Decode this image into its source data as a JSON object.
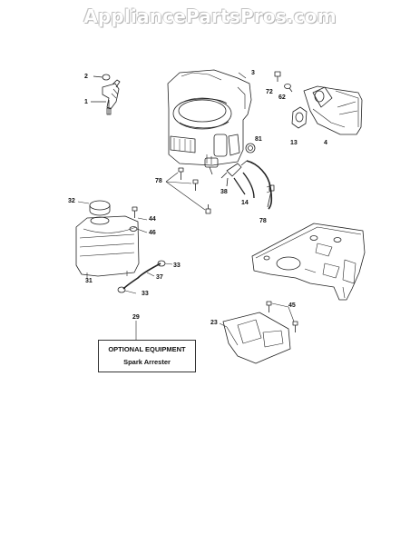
{
  "watermark": "AppliancePartsPros.com",
  "callouts": {
    "c2": "2",
    "c1": "1",
    "c3": "3",
    "c72": "72",
    "c62": "62",
    "c81": "81",
    "c13": "13",
    "c4": "4",
    "c78a": "78",
    "c38": "38",
    "c14": "14",
    "c78b": "78",
    "c32": "32",
    "c44": "44",
    "c46": "46",
    "c31": "31",
    "c33a": "33",
    "c37": "37",
    "c33b": "33",
    "c29": "29",
    "c23": "23",
    "c45": "45"
  },
  "optional_box": {
    "title": "OPTIONAL EQUIPMENT",
    "subtitle": "Spark Arrester"
  }
}
